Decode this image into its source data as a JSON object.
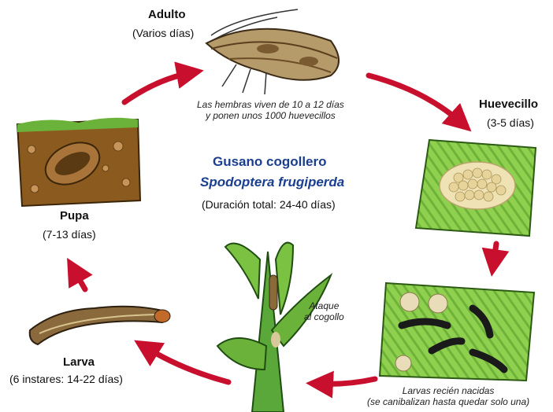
{
  "title": {
    "common_name": "Gusano cogollero",
    "scientific_name": "Spodoptera frugiperda",
    "total_duration": "(Duración total: 24-40 días)"
  },
  "stages": {
    "adult": {
      "name": "Adulto",
      "duration": "(Varios días)"
    },
    "egg": {
      "name": "Huevecillo",
      "duration": "(3-5 días)"
    },
    "larva": {
      "name": "Larva",
      "duration": "(6 instares: 14-22 días)"
    },
    "pupa": {
      "name": "Pupa",
      "duration": "(7-13 días)"
    }
  },
  "notes": {
    "females": [
      "Las hembras viven de 10 a 12 días",
      "y ponen unos 1000 huevecillos"
    ],
    "attack": [
      "Ataque",
      "al cogollo"
    ],
    "new_larvae": [
      "Larvas recién nacidas",
      "(se canibalizan hasta quedar solo una)"
    ]
  },
  "colors": {
    "arrow": "#c8102e",
    "title": "#1b3f8f",
    "leaf": "#7cc242",
    "soil": "#8a5a1e"
  }
}
